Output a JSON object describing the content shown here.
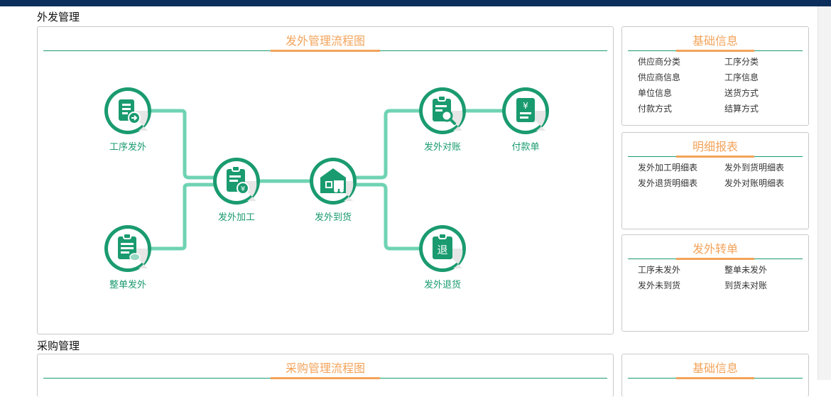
{
  "sections": {
    "outsourcing": {
      "title": "外发管理",
      "flow_title": "发外管理流程图",
      "nodes": [
        {
          "label": "工序发外",
          "icon": "document-arrow-icon"
        },
        {
          "label": "整单发外",
          "icon": "clipboard-coin-icon"
        },
        {
          "label": "发外加工",
          "icon": "clipboard-yen-icon"
        },
        {
          "label": "发外到货",
          "icon": "warehouse-truck-icon"
        },
        {
          "label": "发外对账",
          "icon": "clipboard-search-icon"
        },
        {
          "label": "付款单",
          "icon": "yen-receipt-icon"
        },
        {
          "label": "发外退货",
          "icon": "clipboard-return-icon"
        }
      ],
      "return_glyph": "退",
      "yen_glyph": "¥",
      "basic_info": {
        "title": "基础信息",
        "links": [
          "供应商分类",
          "工序分类",
          "供应商信息",
          "工序信息",
          "单位信息",
          "送货方式",
          "付款方式",
          "结算方式"
        ]
      },
      "detail_report": {
        "title": "明细报表",
        "links": [
          "发外加工明细表",
          "发外到货明细表",
          "发外退货明细表",
          "发外对账明细表"
        ]
      },
      "transfer": {
        "title": "发外转单",
        "links": [
          "工序未发外",
          "整单未发外",
          "发外未到货",
          "到货未对账"
        ]
      }
    },
    "purchase": {
      "title": "采购管理",
      "flow_title": "采购管理流程图",
      "basic_info_title": "基础信息"
    }
  },
  "colors": {
    "accent_orange": "#f3a35a",
    "brand_green": "#1a9b6f",
    "connector_green": "#6fd3b3",
    "topbar": "#0c2e5c"
  }
}
